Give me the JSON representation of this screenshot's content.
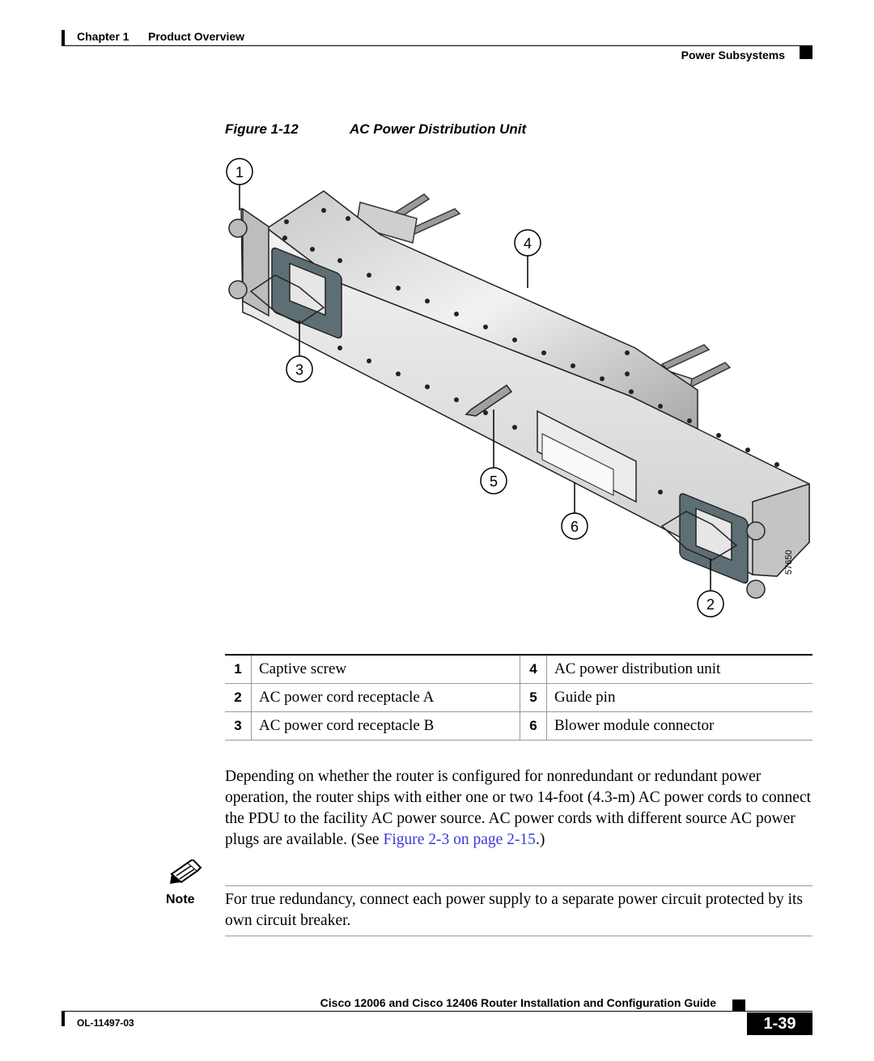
{
  "header": {
    "chapter": "Chapter 1",
    "chapter_title": "Product Overview",
    "section": "Power Subsystems"
  },
  "figure": {
    "number": "Figure 1-12",
    "title": "AC Power Distribution Unit",
    "callouts": [
      "1",
      "2",
      "3",
      "4",
      "5",
      "6"
    ],
    "art_id": "57650"
  },
  "legend": [
    {
      "n1": "1",
      "t1": "Captive screw",
      "n2": "4",
      "t2": "AC power distribution unit"
    },
    {
      "n1": "2",
      "t1": "AC power cord receptacle A",
      "n2": "5",
      "t2": "Guide pin"
    },
    {
      "n1": "3",
      "t1": "AC power cord receptacle B",
      "n2": "6",
      "t2": "Blower module connector"
    }
  ],
  "body": {
    "para_text": "Depending on whether the router is configured for nonredundant or redundant power operation, the router ships with either one or two 14-foot (4.3-m) AC power cords to connect the PDU to the facility AC power source. AC power cords with different source AC power plugs are available. (See ",
    "para_link": "Figure 2-3 on page 2-15",
    "para_end": ".)"
  },
  "note": {
    "label": "Note",
    "text": "For true redundancy, connect each power supply to a separate power circuit protected by its own circuit breaker."
  },
  "footer": {
    "guide_title": "Cisco 12006 and Cisco 12406 Router Installation and Configuration Guide",
    "doc_number": "OL-11497-03",
    "page": "1-39"
  }
}
